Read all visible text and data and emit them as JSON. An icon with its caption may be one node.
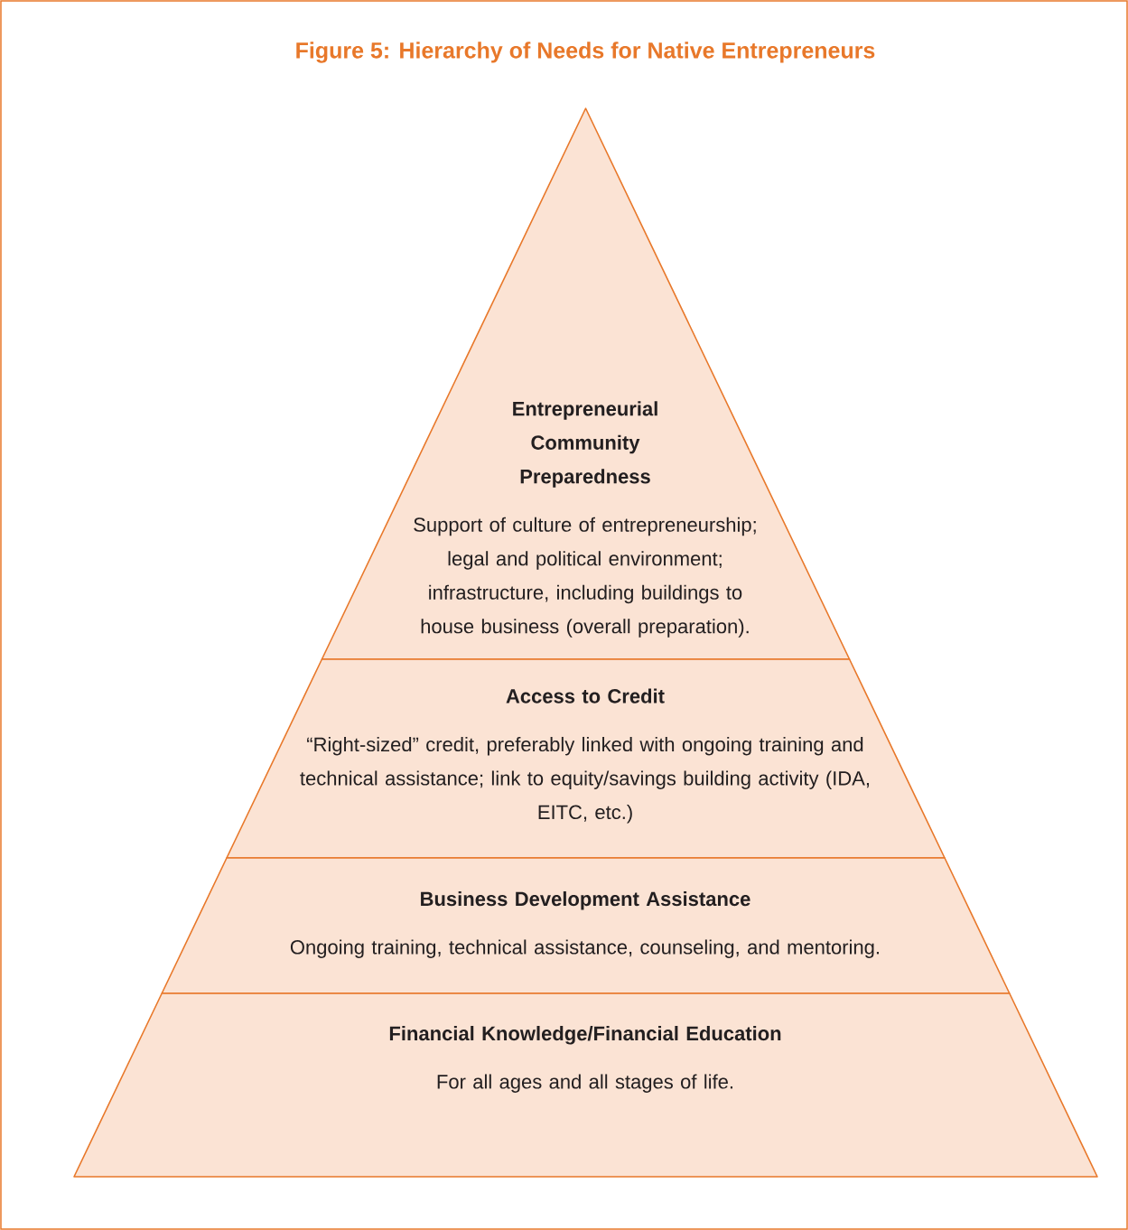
{
  "diagram": {
    "title": "Figure 5: Hierarchy of Needs for Native Entrepreneurs",
    "nodes": [
      {
        "text": [
          "Entrepreneurial Community Preparedness",
          "Support of culture of entrepreneurship; legal and political environment; infrastructure, including buildings to house business (overall preparation)."
        ]
      },
      {
        "text": [
          "Access to Credit",
          "“Right-sized” credit, preferably linked with ongoing training and technical assistance; link to equity/savings building activity (IDA, EITC, etc.)"
        ]
      },
      {
        "text": [
          "Business Development Assistance",
          "Ongoing training, technical assistance, counseling, and mentoring."
        ]
      },
      {
        "text": [
          "Financial Knowledge/Financial Education",
          "For all ages and all stages of life."
        ]
      }
    ]
  }
}
